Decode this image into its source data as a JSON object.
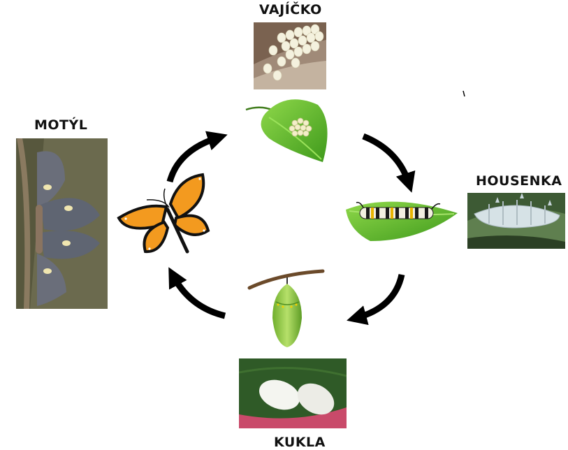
{
  "stages": {
    "egg": {
      "label": "VAJÍČKO"
    },
    "larva": {
      "label": "HOUSENKA"
    },
    "pupa": {
      "label": "KUKLA"
    },
    "adult": {
      "label": "MOTÝL"
    }
  },
  "colors": {
    "arrow": "#000000",
    "leaf": "#5cbf2a",
    "leaf_dark": "#3d8f1c",
    "monarch_orange": "#f39a1f",
    "chrysalis": "#8cc63f",
    "label": "#111111"
  }
}
